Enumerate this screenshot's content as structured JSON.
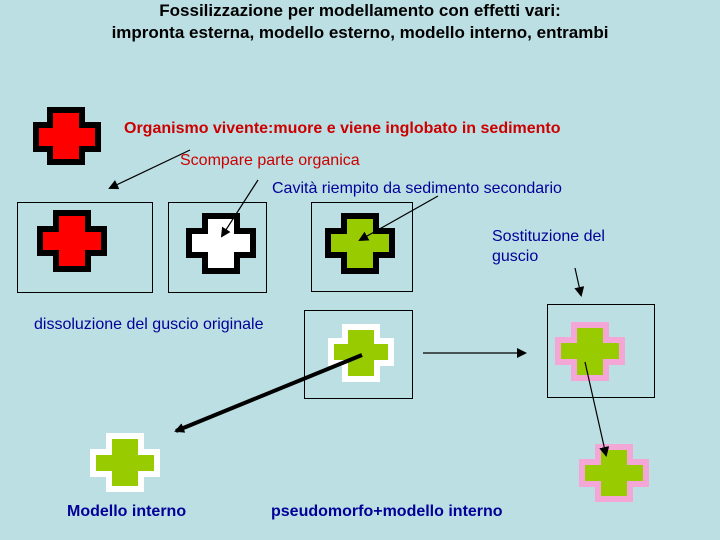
{
  "title": {
    "line1": "Fossilizzazione per modellamento con effetti vari:",
    "line2": "impronta esterna, modello esterno, modello interno, entrambi"
  },
  "labels": {
    "organism": "Organismo vivente:muore e viene inglobato in sedimento",
    "organic_loss": "Scompare parte organica",
    "cavity_filled": "Cavità riempito da sedimento secondario",
    "shell_replacement_line1": "Sostituzione del",
    "shell_replacement_line2": "guscio",
    "shell_dissolution": "dissoluzione del guscio originale",
    "internal_mould": "Modello interno",
    "pseudomorph": "pseudomorfo+modello interno"
  },
  "colors": {
    "background": "#bcdfe3",
    "organism_fill": "#ff0000",
    "shell_black": "#000000",
    "empty_cavity": "#ffffff",
    "sediment_green": "#99cc00",
    "replaced_shell_pink": "#f4a6d6",
    "label_red": "#cc0000",
    "label_blue": "#000099"
  }
}
